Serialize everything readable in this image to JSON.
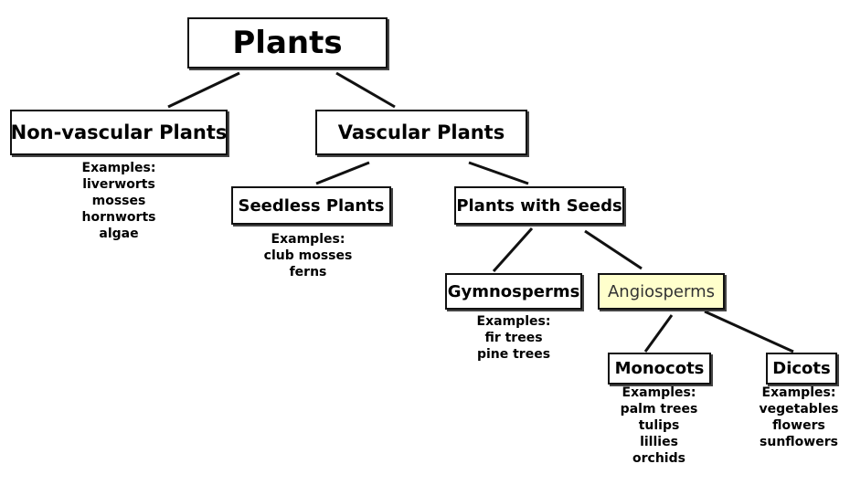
{
  "nodes": {
    "plants": {
      "label": "Plants"
    },
    "nonvascular": {
      "label": "Non-vascular Plants",
      "examples": [
        "Examples:",
        "liverworts",
        "mosses",
        "hornworts",
        "algae"
      ]
    },
    "vascular": {
      "label": "Vascular Plants"
    },
    "seedless": {
      "label": "Seedless Plants",
      "examples": [
        "Examples:",
        "club mosses",
        "ferns"
      ]
    },
    "withseeds": {
      "label": "Plants with Seeds"
    },
    "gymnosperms": {
      "label": "Gymnosperms",
      "examples": [
        "Examples:",
        "fir trees",
        "pine trees"
      ]
    },
    "angiosperms": {
      "label": "Angiosperms",
      "highlight_color": "#ffffcc"
    },
    "monocots": {
      "label": "Monocots",
      "examples": [
        "Examples:",
        "palm trees",
        "tulips",
        "lillies",
        "orchids"
      ]
    },
    "dicots": {
      "label": "Dicots",
      "examples": [
        "Examples:",
        "vegetables",
        "flowers",
        "sunflowers"
      ]
    }
  }
}
